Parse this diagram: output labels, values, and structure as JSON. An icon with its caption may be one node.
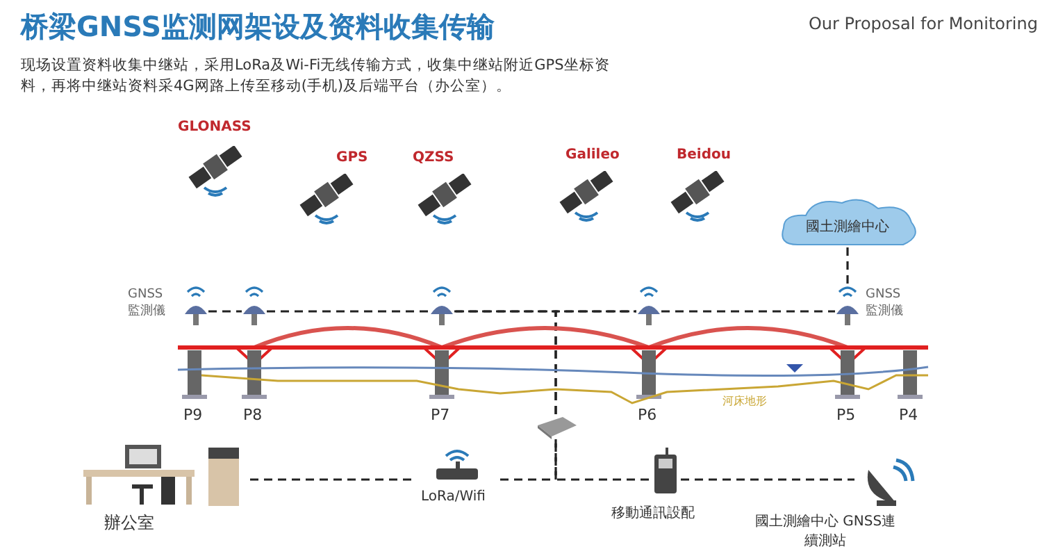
{
  "diagram": {
    "title": "桥梁GNSS监测网架设及资料收集传输",
    "nodes": [
      {
        "text": [
          "辦公室"
        ]
      },
      {
        "text": [
          "LoRa/Wifi"
        ]
      },
      {
        "text": [],
        "shape": "picture"
      },
      {
        "text": [
          "移動通訊設配"
        ]
      },
      {
        "text": [
          "國土測繪中心 GNSS連續測站"
        ]
      },
      {
        "text": [
          "國土測繪中心"
        ]
      },
      {
        "text": [
          "GNSS 監測儀"
        ]
      },
      {
        "text": [],
        "shape": "picture"
      },
      {
        "text": [],
        "shape": "picture"
      },
      {
        "text": [],
        "shape": "picture"
      },
      {
        "text": [
          "GNSS 監測儀"
        ]
      }
    ],
    "edges": [
      {
        "from": 0,
        "to": 1,
        "arrow": "none",
        "style": "dashed"
      },
      {
        "from": 1,
        "to": 2,
        "arrow": "none",
        "style": "dashed"
      },
      {
        "from": 2,
        "to": 3,
        "arrow": "none",
        "style": "dashed"
      },
      {
        "from": 3,
        "to": 4,
        "arrow": "none",
        "style": "dashed"
      },
      {
        "from": 2,
        "to": 8,
        "arrow": "none",
        "style": "dashed"
      },
      {
        "from": 2,
        "to": 9,
        "arrow": "none",
        "style": "dashed"
      },
      {
        "from": 6,
        "to": 7,
        "arrow": "none",
        "style": "dashed"
      },
      {
        "from": 7,
        "to": 8,
        "arrow": "none",
        "style": "dashed"
      },
      {
        "from": 8,
        "to": 9,
        "arrow": "none",
        "style": "dashed"
      },
      {
        "from": 9,
        "to": 10,
        "arrow": "none",
        "style": "dashed"
      },
      {
        "from": 5,
        "to": 10,
        "arrow": "none",
        "style": "dashed"
      }
    ],
    "labels": [
      "Our Proposal for Monitoring",
      "现场设置资料收集中继站，采用LoRa及Wi-Fi无线传输方式，收集中继站附近GPS坐标资料，再将中继站资料采4G网路上传至移动(手机)及后端平台（办公室）。",
      "GLONASS",
      "GPS",
      "QZSS",
      "Galileo",
      "Beidou",
      "P9",
      "P8",
      "P7",
      "P6",
      "P5",
      "P4",
      "河床地形"
    ]
  }
}
